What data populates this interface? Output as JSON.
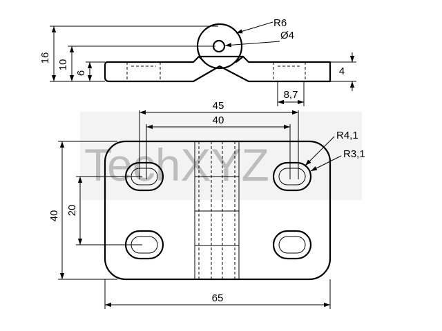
{
  "watermark": {
    "text": "TechXYZ",
    "color": "#d9d9d9"
  },
  "colors": {
    "line": "#000000",
    "background": "#ffffff"
  },
  "side_view": {
    "dims": {
      "total_height": "16",
      "pin_center": "10",
      "plate_thickness_left": "6",
      "plate_thickness_right": "4",
      "slot_width": "8,7",
      "outer_radius": "R6",
      "pin_diameter": "Ø4"
    }
  },
  "top_view": {
    "dims": {
      "slot_outer_spacing": "45",
      "slot_center_spacing": "40",
      "height": "40",
      "row_spacing": "20",
      "width": "65",
      "slot_outer_radius": "R4,1",
      "slot_inner_radius": "R3,1"
    }
  }
}
